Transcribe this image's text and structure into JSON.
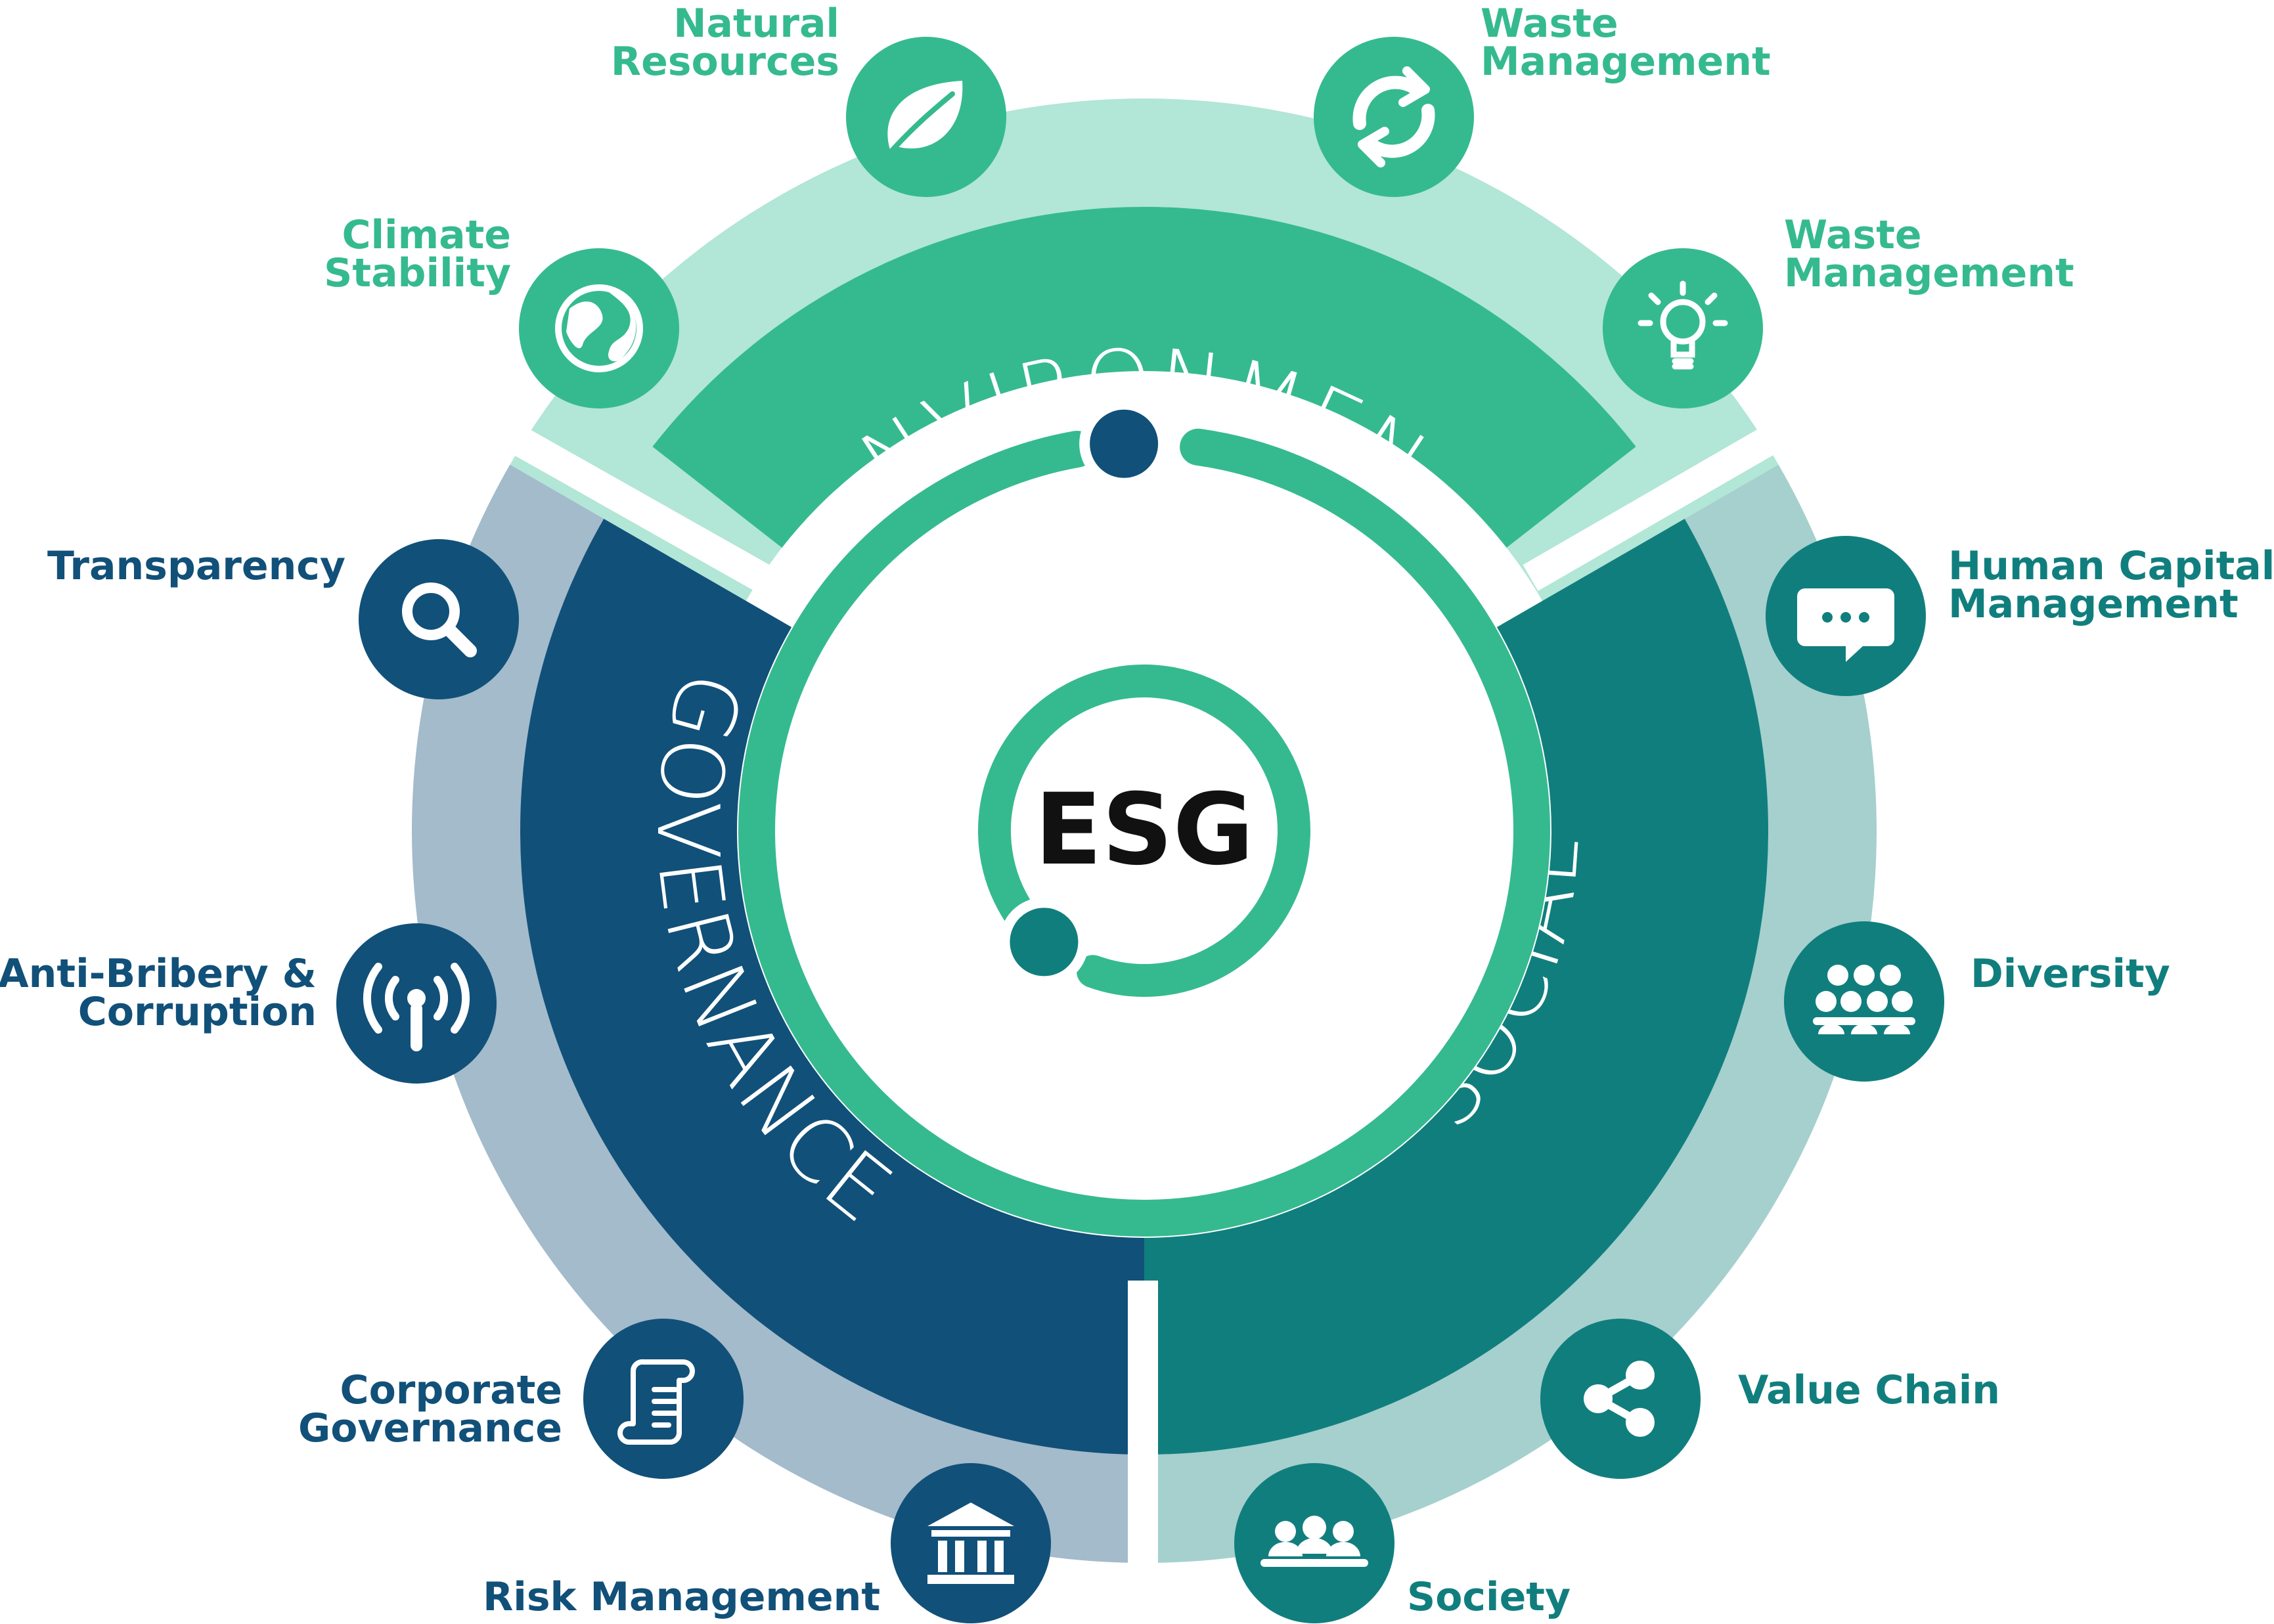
{
  "center": {
    "label": "ESG"
  },
  "colors": {
    "env_outer": "#B2E6D6",
    "env_band": "#35BA8F",
    "soc_outer": "#A5D0CE",
    "soc_band": "#117E7E",
    "gov_outer": "#A3BBCB",
    "gov_band": "#115079",
    "ring": "#35BA8F",
    "dot_top": "#115079",
    "dot_inner": "#117E7E"
  },
  "segments": {
    "environment": {
      "label": "ENVIRONMENT",
      "items": [
        {
          "line1": "Climate",
          "line2": "Stability",
          "icon": "globe-icon"
        },
        {
          "line1": "Natural",
          "line2": "Resources",
          "icon": "leaf-icon"
        },
        {
          "line1": "Waste",
          "line2": "Management",
          "icon": "recycle-icon"
        },
        {
          "line1": "Waste",
          "line2": "Management",
          "icon": "lightbulb-icon"
        }
      ]
    },
    "social": {
      "label": "SOCIAL",
      "items": [
        {
          "line1": "Human Capital",
          "line2": "Management",
          "icon": "chat-bubble-icon"
        },
        {
          "line1": "Diversity",
          "line2": "",
          "icon": "people-group-icon"
        },
        {
          "line1": "Value Chain",
          "line2": "",
          "icon": "share-icon"
        },
        {
          "line1": "Society",
          "line2": "",
          "icon": "community-icon"
        }
      ]
    },
    "governance": {
      "label": "GOVERNANCE",
      "items": [
        {
          "line1": "Transparency",
          "line2": "",
          "icon": "magnifier-icon"
        },
        {
          "line1": "Anti-Bribery &",
          "line2": "Corruption",
          "icon": "antenna-icon"
        },
        {
          "line1": "Corporate",
          "line2": "Governance",
          "icon": "scroll-icon"
        },
        {
          "line1": "Risk Management",
          "line2": "",
          "icon": "bank-icon"
        }
      ]
    }
  }
}
